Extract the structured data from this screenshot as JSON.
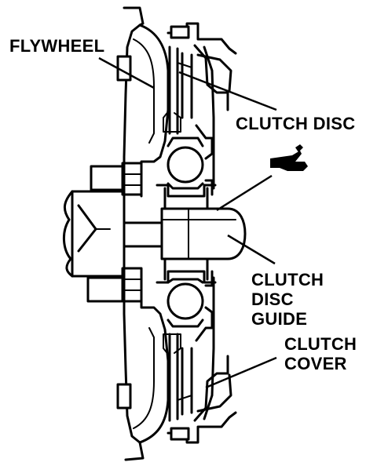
{
  "labels": {
    "flywheel": "FLYWHEEL",
    "clutch_disc": "CLUTCH DISC",
    "clutch_disc_guide_line1": "CLUTCH",
    "clutch_disc_guide_line2": "DISC",
    "clutch_disc_guide_line3": "GUIDE",
    "clutch_cover_line1": "CLUTCH",
    "clutch_cover_line2": "COVER"
  },
  "icons": {
    "tool": "grease-gun-icon"
  }
}
